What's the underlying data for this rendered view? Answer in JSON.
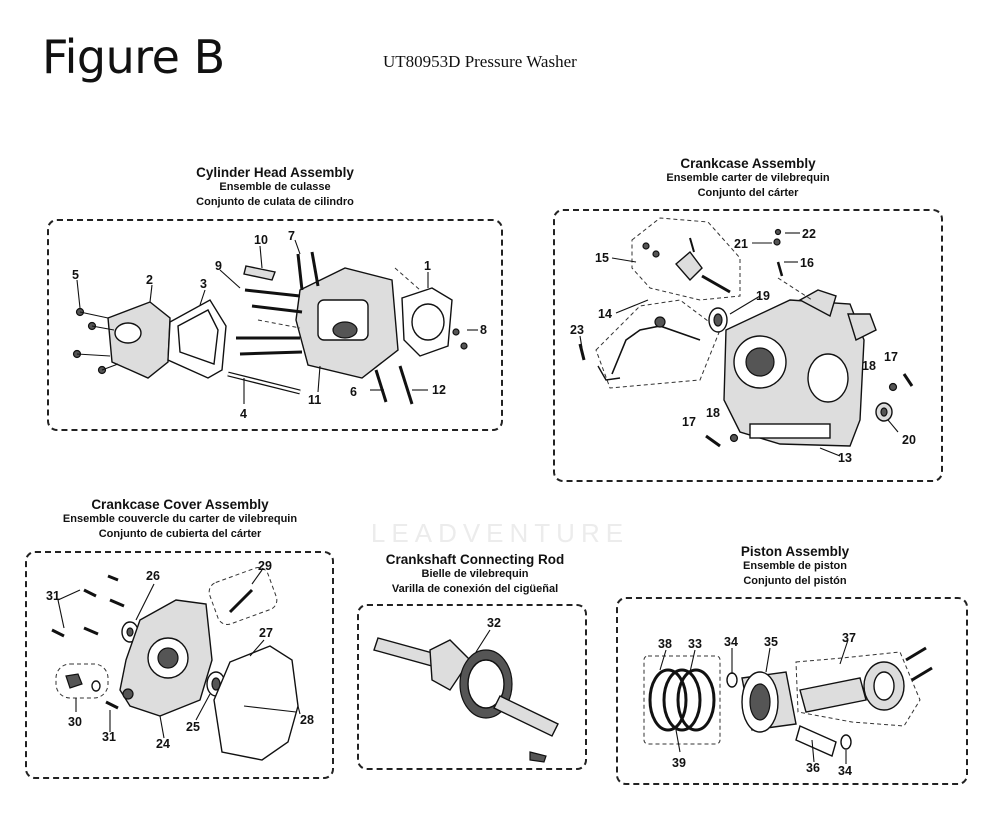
{
  "page": {
    "figure_title": "Figure B",
    "model": "UT80953D Pressure Washer",
    "watermark": "LEADVENTURE"
  },
  "assemblies": {
    "cylinder_head": {
      "title_en": "Cylinder Head Assembly",
      "title_fr": "Ensemble de culasse",
      "title_es": "Conjunto de culata de cilindro",
      "parts": [
        "1",
        "2",
        "3",
        "4",
        "5",
        "6",
        "7",
        "8",
        "9",
        "10",
        "11",
        "12"
      ]
    },
    "crankcase": {
      "title_en": "Crankcase Assembly",
      "title_fr": "Ensemble carter de vilebrequin",
      "title_es": "Conjunto del cárter",
      "parts": [
        "13",
        "14",
        "15",
        "16",
        "17",
        "18",
        "19",
        "20",
        "21",
        "22",
        "23"
      ]
    },
    "crankcase_cover": {
      "title_en": "Crankcase Cover Assembly",
      "title_fr": "Ensemble couvercle du carter de vilebrequin",
      "title_es": "Conjunto de cubierta del cárter",
      "parts": [
        "24",
        "25",
        "26",
        "27",
        "28",
        "29",
        "30",
        "31"
      ]
    },
    "crankshaft": {
      "title_en": "Crankshaft Connecting Rod",
      "title_fr": "Bielle de vilebrequin",
      "title_es": "Varilla de conexión del cigüeñal",
      "parts": [
        "32"
      ]
    },
    "piston": {
      "title_en": "Piston Assembly",
      "title_fr": "Ensemble de piston",
      "title_es": "Conjunto del pistón",
      "parts": [
        "33",
        "34",
        "35",
        "36",
        "37",
        "38",
        "39"
      ]
    }
  },
  "callouts": {
    "c1": "1",
    "c2": "2",
    "c3": "3",
    "c4": "4",
    "c5": "5",
    "c6": "6",
    "c7": "7",
    "c8": "8",
    "c9": "9",
    "c10": "10",
    "c11": "11",
    "c12": "12",
    "c13": "13",
    "c14": "14",
    "c15": "15",
    "c16": "16",
    "c17": "17",
    "c18": "18",
    "c19": "19",
    "c20": "20",
    "c21": "21",
    "c22": "22",
    "c23": "23",
    "c24": "24",
    "c25": "25",
    "c26": "26",
    "c27": "27",
    "c28": "28",
    "c29": "29",
    "c30": "30",
    "c31": "31",
    "c32": "32",
    "c33": "33",
    "c34": "34",
    "c35": "35",
    "c36": "36",
    "c37": "37",
    "c38": "38",
    "c39": "39"
  },
  "icons": {
    "cylinder_head": "cylinder-head-icon",
    "crankcase": "crankcase-icon",
    "crankshaft": "crankshaft-icon",
    "piston": "piston-icon"
  }
}
